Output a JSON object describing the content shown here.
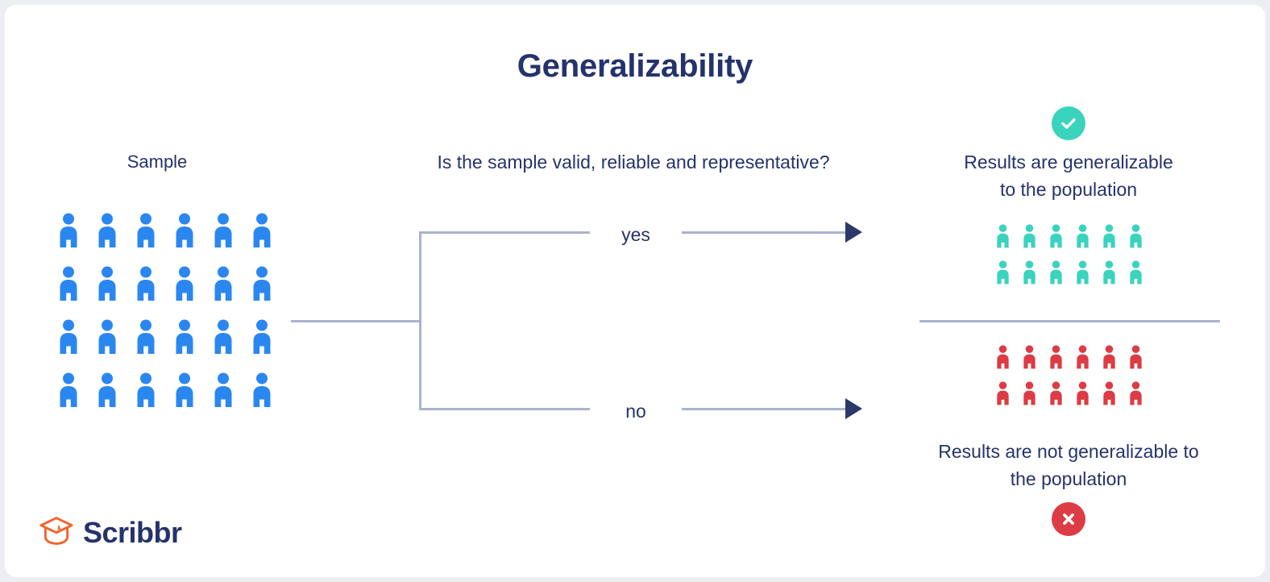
{
  "page": {
    "title": "Generalizability",
    "background_color": "#eceef2",
    "card_color": "#ffffff"
  },
  "colors": {
    "navy": "#25336b",
    "line": "#aab3cd",
    "arrow": "#2b3a6b",
    "sample_blue": "#2b87f0",
    "result_green": "#3ad3be",
    "result_red": "#dc3c45",
    "logo_orange": "#f1642e"
  },
  "sample": {
    "label": "Sample",
    "people_color": "#2b87f0",
    "columns": 6,
    "rows": 4,
    "count": 24
  },
  "decision": {
    "question": "Is the sample valid, reliable and representative?",
    "branches": [
      {
        "label": "yes",
        "outcome": "generalizable"
      },
      {
        "label": "no",
        "outcome": "not-generalizable"
      }
    ]
  },
  "results": {
    "positive": {
      "badge_icon": "check-circle-icon",
      "badge_color": "#3ad3be",
      "text": "Results are generalizable to the population",
      "line1": "Results are generalizable",
      "line2": "to the population",
      "people_color": "#3ad3be",
      "columns": 6,
      "rows": 2,
      "count": 12
    },
    "negative": {
      "badge_icon": "x-circle-icon",
      "badge_color": "#dc3c45",
      "text": "Results are not generalizable to the population",
      "line1": "Results are not generalizable to",
      "line2": "the population",
      "people_color": "#dc3c45",
      "columns": 6,
      "rows": 2,
      "count": 12
    }
  },
  "logo": {
    "icon": "graduation-cap-icon",
    "text": "Scribbr",
    "icon_color": "#f1642e",
    "text_color": "#25336b"
  }
}
